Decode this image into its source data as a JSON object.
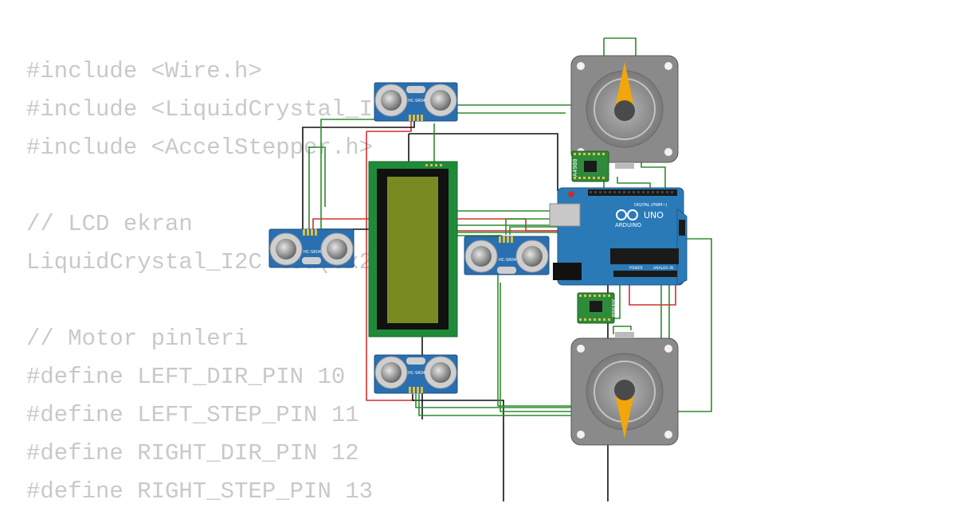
{
  "code": {
    "lines": [
      "#include <Wire.h>",
      "#include <LiquidCrystal_I2C.h>",
      "#include <AccelStepper.h>",
      "",
      "// LCD ekran",
      "LiquidCrystal_I2C lcd(0x27, 20, 4);",
      "",
      "// Motor pinleri",
      "#define LEFT_DIR_PIN 10",
      "#define LEFT_STEP_PIN 11",
      "#define RIGHT_DIR_PIN 12",
      "#define RIGHT_STEP_PIN 13"
    ]
  },
  "components": {
    "arduino": {
      "name": "UNO",
      "brand": "ARDUINO",
      "digital_label": "DIGITAL (PWM~)",
      "power_label": "POWER",
      "analog_label": "ANALOG IN"
    },
    "ultrasonic_sensor": {
      "model_top": "HC-SR04",
      "model_bottom": "HC-SR04",
      "model_side": "HC-SR04"
    },
    "driver": {
      "model": "A4988"
    }
  },
  "colors": {
    "code_text": "#c9c9c9",
    "wire_green": "#2e8b2e",
    "wire_red": "#d32f2f",
    "wire_black": "#111111",
    "lcd_board": "#1f8a3a",
    "lcd_screen": "#7a8a22",
    "arduino_board": "#2a7ab8",
    "sensor_board": "#2a6fb0",
    "motor_body": "#8a8a8a",
    "motor_pointer": "#f2a60c",
    "driver_board": "#2e8b3a"
  }
}
